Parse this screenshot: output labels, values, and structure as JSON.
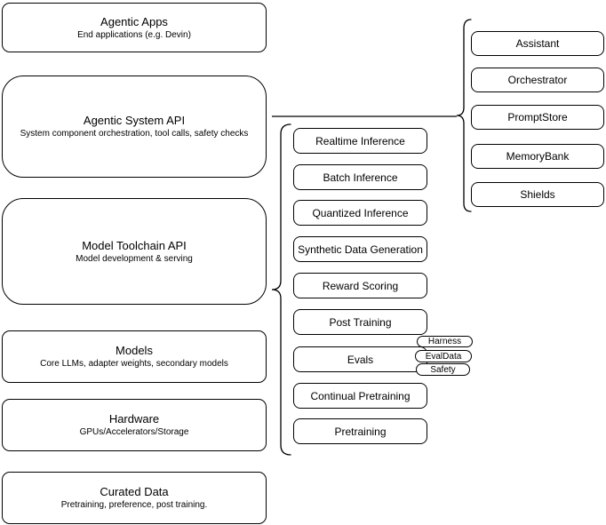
{
  "left_column": {
    "boxes": [
      {
        "title": "Agentic Apps",
        "subtitle": "End applications (e.g. Devin)"
      },
      {
        "title": "Agentic System API",
        "subtitle": "System component orchestration, tool calls, safety checks"
      },
      {
        "title": "Model Toolchain API",
        "subtitle": "Model development & serving"
      },
      {
        "title": "Models",
        "subtitle": "Core LLMs, adapter weights, secondary models"
      },
      {
        "title": "Hardware",
        "subtitle": "GPUs/Accelerators/Storage"
      },
      {
        "title": "Curated Data",
        "subtitle": "Pretraining, preference, post training."
      }
    ]
  },
  "toolchain_group": {
    "items": [
      {
        "label": "Realtime Inference"
      },
      {
        "label": "Batch Inference"
      },
      {
        "label": "Quantized Inference"
      },
      {
        "label": "Synthetic Data Generation"
      },
      {
        "label": "Reward Scoring"
      },
      {
        "label": "Post Training"
      },
      {
        "label": "Evals"
      },
      {
        "label": "Continual Pretraining"
      },
      {
        "label": "Pretraining"
      }
    ],
    "evals_tags": [
      {
        "label": "Harness"
      },
      {
        "label": "EvalData"
      },
      {
        "label": "Safety"
      }
    ]
  },
  "system_group": {
    "items": [
      {
        "label": "Assistant"
      },
      {
        "label": "Orchestrator"
      },
      {
        "label": "PromptStore"
      },
      {
        "label": "MemoryBank"
      },
      {
        "label": "Shields"
      }
    ]
  },
  "colors": {
    "stroke": "#000000",
    "background": "#ffffff",
    "text": "#000000"
  }
}
